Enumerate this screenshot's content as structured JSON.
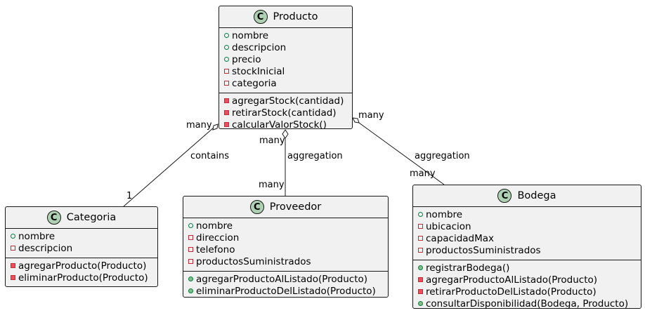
{
  "classes": {
    "producto": {
      "name": "Producto",
      "attributes": [
        {
          "vis": "public",
          "text": "nombre"
        },
        {
          "vis": "public",
          "text": "descripcion"
        },
        {
          "vis": "public",
          "text": "precio"
        },
        {
          "vis": "private",
          "text": "stockInicial"
        },
        {
          "vis": "private",
          "text": "categoria"
        }
      ],
      "methods": [
        {
          "vis": "private",
          "text": "agregarStock(cantidad)"
        },
        {
          "vis": "private",
          "text": "retirarStock(cantidad)"
        },
        {
          "vis": "private",
          "text": "calcularValorStock()"
        }
      ]
    },
    "categoria": {
      "name": "Categoria",
      "attributes": [
        {
          "vis": "public",
          "text": "nombre"
        },
        {
          "vis": "private",
          "text": "descripcion"
        }
      ],
      "methods": [
        {
          "vis": "private",
          "text": "agregarProducto(Producto)"
        },
        {
          "vis": "private",
          "text": "eliminarProducto(Producto)"
        }
      ]
    },
    "proveedor": {
      "name": "Proveedor",
      "attributes": [
        {
          "vis": "public",
          "text": "nombre"
        },
        {
          "vis": "private",
          "text": "direccion"
        },
        {
          "vis": "private",
          "text": "telefono"
        },
        {
          "vis": "private",
          "text": "productosSuministrados"
        }
      ],
      "methods": [
        {
          "vis": "public",
          "text": "agregarProductoAlListado(Producto)"
        },
        {
          "vis": "public",
          "text": "eliminarProductoDelListado(Producto)"
        }
      ]
    },
    "bodega": {
      "name": "Bodega",
      "attributes": [
        {
          "vis": "public",
          "text": "nombre"
        },
        {
          "vis": "private",
          "text": "ubicacion"
        },
        {
          "vis": "private",
          "text": "capacidadMax"
        },
        {
          "vis": "private",
          "text": "productosSuministrados"
        }
      ],
      "methods": [
        {
          "vis": "public",
          "text": "registrarBodega()"
        },
        {
          "vis": "private",
          "text": "agregarProductoAlListado(Producto)"
        },
        {
          "vis": "private",
          "text": "retirarProductoDelListado(Producto)"
        },
        {
          "vis": "public",
          "text": "consultarDisponibilidad(Bodega, Producto)"
        }
      ]
    }
  },
  "icon_letter": "C",
  "relations": {
    "categoria": {
      "label": "contains",
      "source_mult": "many",
      "target_mult": "1"
    },
    "proveedor": {
      "label": "aggregation",
      "source_mult": "many",
      "target_mult": "many"
    },
    "bodega": {
      "label": "aggregation",
      "source_mult": "many",
      "target_mult": "many"
    }
  },
  "colors": {
    "box_fill": "#f1f1f1",
    "icon_fill": "#add1b2",
    "line": "#181818"
  }
}
